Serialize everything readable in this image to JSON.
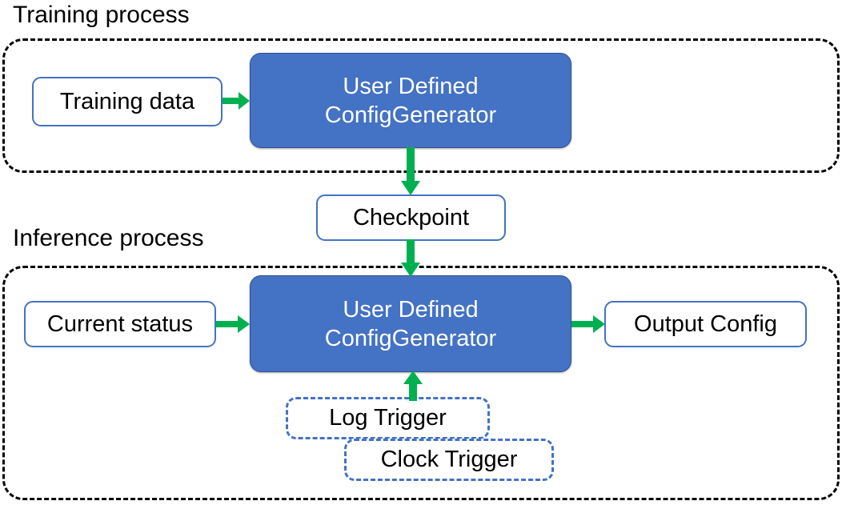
{
  "diagram": {
    "title_training": "Training process",
    "title_inference": "Inference process",
    "colors": {
      "accent_blue": "#4472C4",
      "node_fill_blue": "#4472C4",
      "arrow_green": "#00B050",
      "container_border": "#000000",
      "text_dark": "#000000",
      "text_light": "#FFFFFF"
    },
    "training_section": {
      "label": "Training process",
      "nodes": [
        {
          "id": "training-data",
          "label": "Training data",
          "style": "outlined"
        },
        {
          "id": "generator-training",
          "label_line1": "User Defined",
          "label_line2": "ConfigGenerator",
          "style": "filled"
        }
      ]
    },
    "shared_nodes": [
      {
        "id": "checkpoint",
        "label": "Checkpoint",
        "style": "outlined"
      }
    ],
    "inference_section": {
      "label": "Inference process",
      "nodes": [
        {
          "id": "current-status",
          "label": "Current status",
          "style": "outlined"
        },
        {
          "id": "generator-inference",
          "label_line1": "User Defined",
          "label_line2": "ConfigGenerator",
          "style": "filled"
        },
        {
          "id": "output-config",
          "label": "Output Config",
          "style": "outlined"
        },
        {
          "id": "log-trigger",
          "label": "Log Trigger",
          "style": "dashed"
        },
        {
          "id": "clock-trigger",
          "label": "Clock Trigger",
          "style": "dashed"
        }
      ]
    },
    "edges": [
      {
        "id": "training-data-to-generator",
        "from": "training-data",
        "to": "generator-training",
        "direction": "right"
      },
      {
        "id": "generator-training-to-checkpoint",
        "from": "generator-training",
        "to": "checkpoint",
        "direction": "down"
      },
      {
        "id": "checkpoint-to-generator-inference",
        "from": "checkpoint",
        "to": "generator-inference",
        "direction": "down"
      },
      {
        "id": "current-status-to-generator",
        "from": "current-status",
        "to": "generator-inference",
        "direction": "right"
      },
      {
        "id": "generator-inference-to-output-config",
        "from": "generator-inference",
        "to": "output-config",
        "direction": "right"
      },
      {
        "id": "triggers-to-generator-inference",
        "from": "log-trigger",
        "to": "generator-inference",
        "direction": "up"
      }
    ]
  }
}
